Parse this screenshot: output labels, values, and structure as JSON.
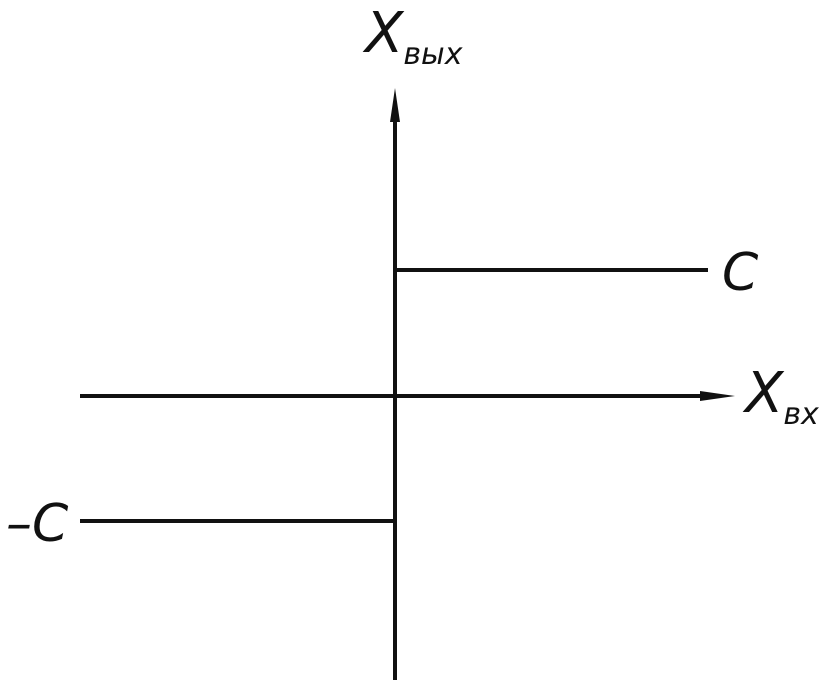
{
  "diagram": {
    "title": "",
    "type": "relay static characteristic (ideal two-position relay)",
    "y_axis": {
      "symbol": "X",
      "subscript": "вых"
    },
    "x_axis": {
      "symbol": "X",
      "subscript": "вх"
    },
    "upper_level_label": "C",
    "lower_level_label": "–C",
    "colors": {
      "line": "#111111",
      "background": "#ffffff"
    }
  }
}
